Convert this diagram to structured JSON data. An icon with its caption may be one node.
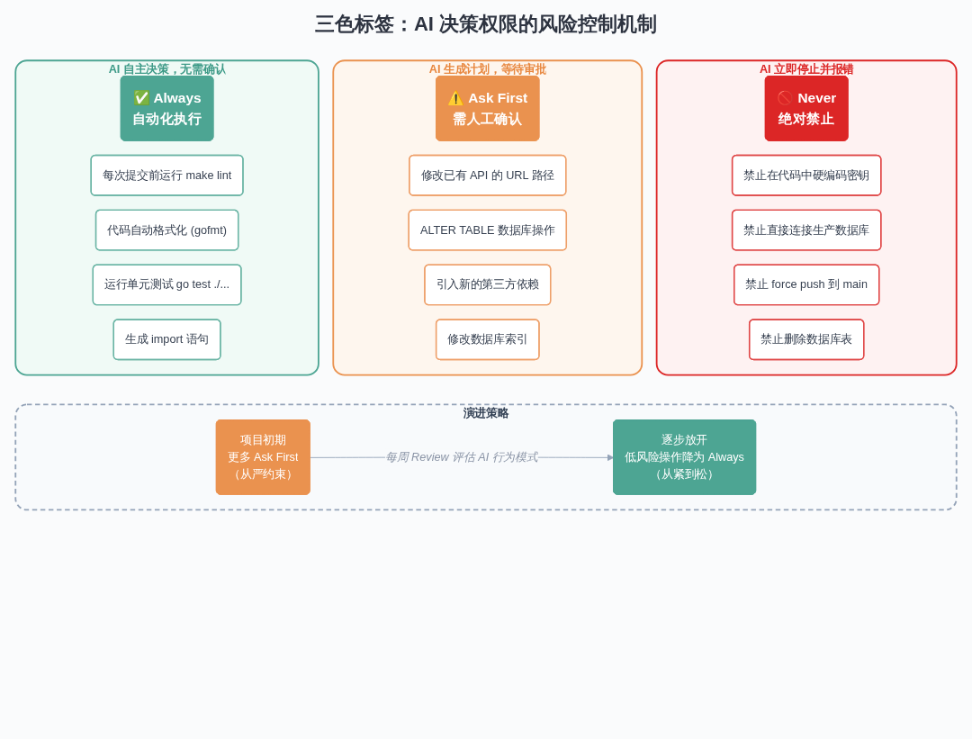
{
  "diagram": {
    "title": "三色标签：AI 决策权限的风险控制机制",
    "nodes": [
      {
        "text": [
          "AI 自主决策，无需确认"
        ]
      },
      {
        "text": [
          "✅ Always",
          "自动化执行"
        ],
        "in": 0
      },
      {
        "text": [
          "每次提交前运行 make lint"
        ],
        "in": 0
      },
      {
        "text": [
          "代码自动格式化 (gofmt)"
        ],
        "in": 0
      },
      {
        "text": [
          "运行单元测试 go test ./..."
        ],
        "in": 0
      },
      {
        "text": [
          "生成 import 语句"
        ],
        "in": 0
      },
      {
        "text": [
          "AI 生成计划，等待审批"
        ]
      },
      {
        "text": [
          "⚠️ Ask First",
          "需人工确认"
        ],
        "in": 6
      },
      {
        "text": [
          "修改已有 API 的 URL 路径"
        ],
        "in": 6
      },
      {
        "text": [
          "ALTER TABLE 数据库操作"
        ],
        "in": 6
      },
      {
        "text": [
          "引入新的第三方依赖"
        ],
        "in": 6
      },
      {
        "text": [
          "修改数据库索引"
        ],
        "in": 6
      },
      {
        "text": [
          "AI 立即停止并报错"
        ]
      },
      {
        "text": [
          "🚫 Never",
          "绝对禁止"
        ],
        "in": 12
      },
      {
        "text": [
          "禁止在代码中硬编码密钥"
        ],
        "in": 12
      },
      {
        "text": [
          "禁止直接连接生产数据库"
        ],
        "in": 12
      },
      {
        "text": [
          "禁止 force push 到 main"
        ],
        "in": 12
      },
      {
        "text": [
          "禁止删除数据库表"
        ],
        "in": 12
      },
      {
        "text": [
          "演进策略"
        ]
      },
      {
        "text": [
          "项目初期",
          "更多 Ask First",
          "（从严约束）"
        ],
        "in": 18
      },
      {
        "text": [
          "逐步放开",
          "低风险操作降为 Always",
          "（从紧到松）"
        ],
        "in": 18
      }
    ],
    "edges": [
      {
        "from": 19,
        "to": 20,
        "arrow": "to",
        "label": "每周 Review 评估 AI 行为模式"
      }
    ]
  }
}
